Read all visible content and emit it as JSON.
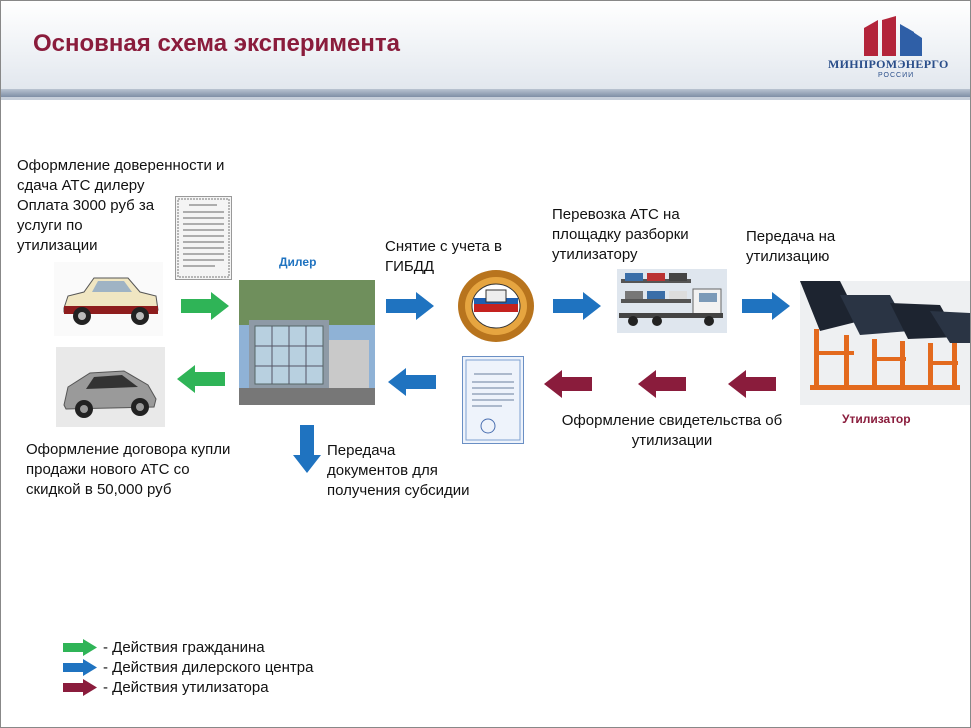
{
  "header": {
    "title": "Основная схема эксперимента",
    "logo_text": "МИНПРОМЭНЕРГО",
    "logo_sub": "РОССИИ"
  },
  "steps": {
    "proxy": [
      "Оформление доверенности и",
      "сдача АТС дилеру",
      "Оплата 3000 руб за",
      "услуги по",
      "утилизации"
    ],
    "dealer_label": "Дилер",
    "deregister": [
      "Снятие с учета в",
      "ГИБДД"
    ],
    "transport": [
      "Перевозка АТС на",
      "площадку разборки",
      "утилизатору"
    ],
    "handover": [
      "Передача на",
      "утилизацию"
    ],
    "utilizer_label": "Утилизатор",
    "certificate": [
      "Оформление свидетельства об",
      "утилизации"
    ],
    "new_car": [
      "Оформление договора купли",
      "продажи нового АТС со",
      "скидкой в 50,000 руб"
    ],
    "documents": [
      "Передача",
      "документов для",
      "получения субсидии"
    ]
  },
  "legend": [
    {
      "label": "- Действия гражданина",
      "color": "#2fb457"
    },
    {
      "label": "- Действия дилерского центра",
      "color": "#1f73c0"
    },
    {
      "label": "- Действия утилизатора",
      "color": "#8a1c3c"
    }
  ],
  "colors": {
    "citizen": "#2fb457",
    "dealer": "#1f73c0",
    "utilizer": "#8a1c3c",
    "title": "#8a1c3c"
  },
  "icons": {
    "old_car": "old-car-photo",
    "new_car": "new-car-photo",
    "dealer_building": "dealer-building-photo",
    "gibdd": "gibdd-emblem",
    "truck": "car-carrier-truck-photo",
    "utilizer": "dismantling-lift-photo",
    "proxy_doc": "proxy-document",
    "certificate_doc": "certificate-document"
  }
}
